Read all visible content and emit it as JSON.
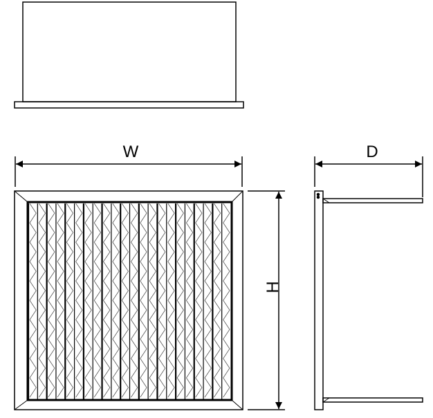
{
  "dimensions": {
    "width_label": "W",
    "height_label": "H",
    "depth_label": "D"
  },
  "filter": {
    "pleat_count": 22
  },
  "colors": {
    "line": "#000000",
    "pleat": "#555555",
    "background": "#ffffff"
  }
}
